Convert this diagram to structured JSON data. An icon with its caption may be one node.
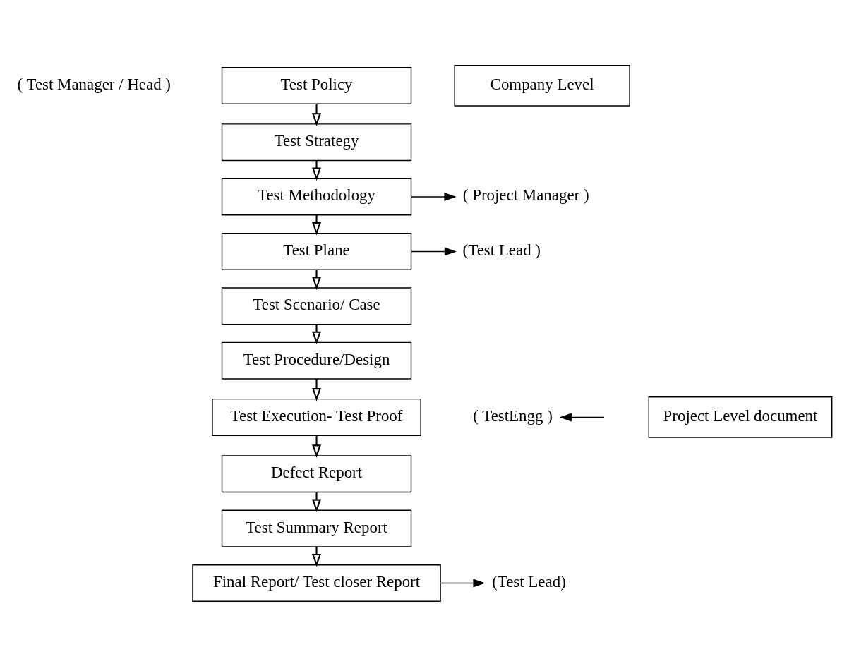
{
  "diagram": {
    "nodes": [
      {
        "text": [
          "Test Policy"
        ]
      },
      {
        "text": [
          "Test Strategy"
        ]
      },
      {
        "text": [
          "Test Methodology"
        ]
      },
      {
        "text": [
          "Test Plane"
        ]
      },
      {
        "text": [
          "Test Scenario/ Case"
        ]
      },
      {
        "text": [
          "Test Procedure/Design"
        ]
      },
      {
        "text": [
          "Test Execution- Test Proof"
        ]
      },
      {
        "text": [
          "Defect Report"
        ]
      },
      {
        "text": [
          "Test Summary Report"
        ]
      },
      {
        "text": [
          "Final Report/ Test closer Report"
        ]
      },
      {
        "text": [
          "( Project Manager )"
        ]
      },
      {
        "text": [
          "(Test Lead )"
        ]
      },
      {
        "text": [
          "( TestEngg )"
        ]
      },
      {
        "text": [
          "(Test Lead)"
        ]
      },
      {
        "text": [
          "Company Level"
        ]
      },
      {
        "text": [
          "Project Level document"
        ]
      }
    ],
    "edges": [
      {
        "from": 0,
        "to": 1,
        "arrow": "to"
      },
      {
        "from": 1,
        "to": 2,
        "arrow": "to"
      },
      {
        "from": 2,
        "to": 3,
        "arrow": "to"
      },
      {
        "from": 3,
        "to": 4,
        "arrow": "to"
      },
      {
        "from": 4,
        "to": 5,
        "arrow": "to"
      },
      {
        "from": 5,
        "to": 6,
        "arrow": "to"
      },
      {
        "from": 6,
        "to": 7,
        "arrow": "to"
      },
      {
        "from": 7,
        "to": 8,
        "arrow": "to"
      },
      {
        "from": 8,
        "to": 9,
        "arrow": "to"
      },
      {
        "from": 2,
        "to": 10,
        "arrow": "to"
      },
      {
        "from": 3,
        "to": 11,
        "arrow": "to"
      },
      {
        "from": null,
        "to": 12,
        "arrow": "to"
      },
      {
        "from": 9,
        "to": 13,
        "arrow": "to"
      }
    ],
    "labels": [
      "( Test Manager / Head )"
    ]
  }
}
